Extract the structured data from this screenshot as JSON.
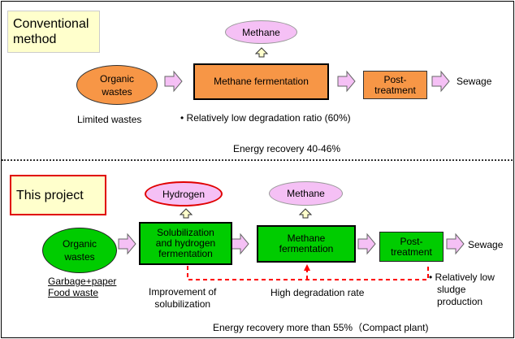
{
  "top": {
    "label": "Conventional\nmethod",
    "methane": "Methane",
    "organic": "Organic\nwastes",
    "fermentation": "Methane fermentation",
    "post": "Post-\ntreatment",
    "sewage": "Sewage",
    "limited": "Limited wastes",
    "degradation": "• Relatively low degradation  ratio  (60%)",
    "energy": "Energy recovery 40-46%"
  },
  "bottom": {
    "label": "This project",
    "hydrogen": "Hydrogen",
    "methane": "Methane",
    "organic": "Organic\nwastes",
    "solubilization": "Solubilization\nand hydrogen\nfermentation",
    "fermentation": "Methane\nfermentation",
    "post": "Post-\ntreatment",
    "sewage": "Sewage",
    "garbage": "Garbage+paper",
    "food": "Food waste",
    "improvement": "Improvement of\nsolubilization",
    "high_rate": "High degradation rate",
    "sludge": "• Relatively low\n   sludge\n   production",
    "energy": "Energy recovery more than 55%（Compact plant)"
  },
  "colors": {
    "orange": "#f79646",
    "green": "#00cc00",
    "pink": "#f5c0f5",
    "label_fill": "#ffffcc",
    "red": "#ff0000",
    "cream": "#ffffcc"
  }
}
